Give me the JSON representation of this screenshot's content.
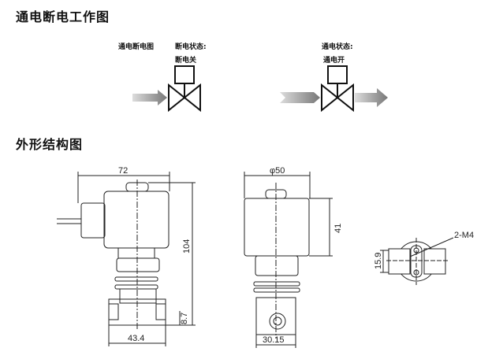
{
  "headings": {
    "working": "通电断电工作图",
    "outline": "外形结构图"
  },
  "working_diagram": {
    "title": "通电断电图",
    "off_state_label": "断电状态:",
    "off_state_value": "断电关",
    "on_state_label": "通电状态:",
    "on_state_value": "通电开"
  },
  "dimensions": {
    "width": "72",
    "height": "104",
    "base_height": "8.7",
    "base_width": "43.4",
    "coil_diameter": "φ50",
    "coil_height": "41",
    "port_width": "30.15",
    "mount_spacing": "15.9",
    "mount_thread": "2-M4"
  }
}
